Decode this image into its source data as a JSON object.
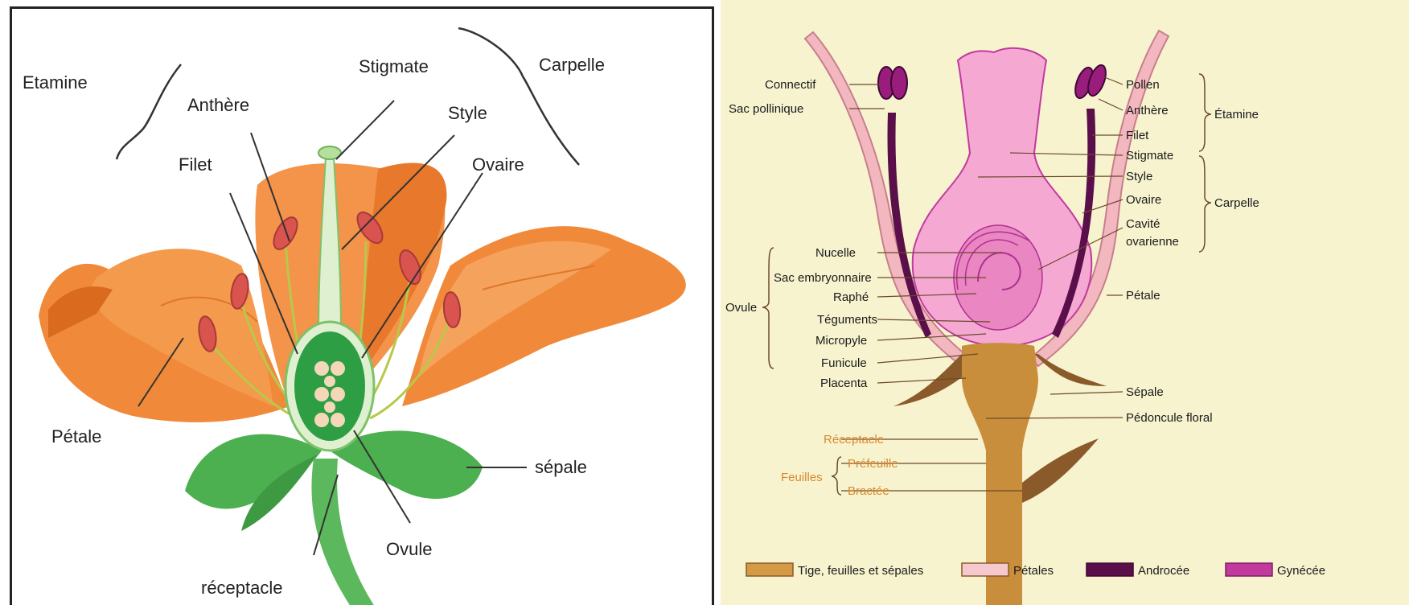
{
  "left_diagram": {
    "labels": {
      "etamine": "Etamine",
      "anthere": "Anthère",
      "filet": "Filet",
      "stigmate": "Stigmate",
      "style": "Style",
      "carpelle": "Carpelle",
      "ovaire": "Ovaire",
      "petale": "Pétale",
      "sepale": "sépale",
      "ovule": "Ovule",
      "receptacle": "réceptacle"
    },
    "colors": {
      "petal": "#f08a3a",
      "petal_dark": "#d96a1e",
      "sepal": "#4caf50",
      "stem": "#5cb85c",
      "anther": "#d9534f",
      "ovary": "#2e9e44",
      "ovule": "#f3d7b8"
    }
  },
  "right_diagram": {
    "labels_left": {
      "connectif": "Connectif",
      "sac_pollinique": "Sac pollinique",
      "nucelle": "Nucelle",
      "sac_embryonnaire": "Sac embryonnaire",
      "raphe": "Raphé",
      "teguments": "Téguments",
      "micropyle": "Micropyle",
      "funicule": "Funicule",
      "placenta": "Placenta",
      "receptacle": "Réceptacle",
      "prefeuille": "Préfeuille",
      "bractee": "Bractée",
      "ovule_group": "Ovule",
      "feuilles_group": "Feuilles"
    },
    "labels_right": {
      "pollen": "Pollen",
      "anthere": "Anthère",
      "filet": "Filet",
      "stigmate": "Stigmate",
      "style": "Style",
      "ovaire": "Ovaire",
      "cavite_1": "Cavité",
      "cavite_2": "ovarienne",
      "petale": "Pétale",
      "sepale": "Sépale",
      "pedoncule": "Pédoncule floral",
      "etamine_group": "Étamine",
      "carpelle_group": "Carpelle"
    },
    "legend": [
      {
        "label": "Tige, feuilles et sépales",
        "color": "#d49a45"
      },
      {
        "label": "Pétales",
        "color": "#f6c9cf"
      },
      {
        "label": "Androcée",
        "color": "#5a0f4a"
      },
      {
        "label": "Gynécée",
        "color": "#c23a9e"
      }
    ],
    "colors": {
      "background": "#f7f3cf",
      "stem": "#c98e3c",
      "petal": "#f3b7c0",
      "androecium": "#5a0f4a",
      "gynoecium": "#e8a3cf"
    }
  }
}
